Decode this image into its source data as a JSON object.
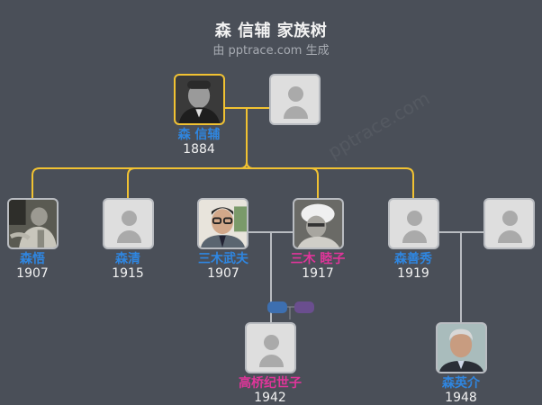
{
  "header": {
    "title": "森 信辅 家族树",
    "subtitle": "由 pptrace.com 生成",
    "watermark": "pptrace.com"
  },
  "colors": {
    "background": "#4a4f58",
    "main_line": "#f1c232",
    "couple_line": "#b9bcc1",
    "male_name": "#2f86e0",
    "female_name": "#e0359a",
    "year": "#f2f2f2"
  },
  "people": {
    "root": {
      "name": "森 信辅",
      "year": "1884",
      "gender": "male",
      "photo": true
    },
    "root_spouse": {
      "name": "",
      "year": "",
      "gender": "unknown",
      "photo": false
    },
    "child1": {
      "name": "森悟",
      "year": "1907",
      "gender": "male",
      "photo": true
    },
    "child2": {
      "name": "森清",
      "year": "1915",
      "gender": "male",
      "photo": false
    },
    "child3_spouse": {
      "name": "三木武夫",
      "year": "1907",
      "gender": "male",
      "photo": true
    },
    "child3": {
      "name": "三木 睦子",
      "year": "1917",
      "gender": "female",
      "photo": true
    },
    "child4": {
      "name": "森善秀",
      "year": "1919",
      "gender": "male",
      "photo": false
    },
    "child4_spouse": {
      "name": "",
      "year": "",
      "gender": "unknown",
      "photo": false
    },
    "grandchild1": {
      "name": "高桥纪世子",
      "year": "1942",
      "gender": "female",
      "photo": false
    },
    "grandchild2": {
      "name": "森英介",
      "year": "1948",
      "gender": "male",
      "photo": true
    }
  },
  "toggle_pills": [
    {
      "color": "#3d6fb0"
    },
    {
      "color": "#6a4e8e"
    }
  ]
}
